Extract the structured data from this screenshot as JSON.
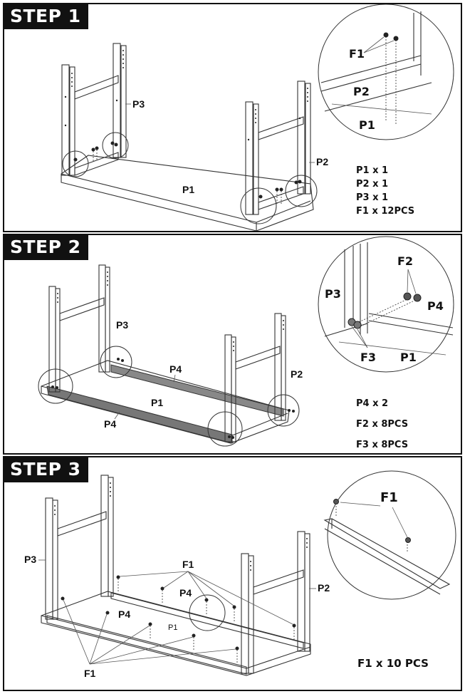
{
  "steps": [
    {
      "tag": "STEP 1",
      "labels": {
        "p1": "P1",
        "p2": "P2",
        "p3": "P3",
        "detail_f1": "F1",
        "detail_p2": "P2",
        "detail_p1": "P1"
      },
      "parts": [
        "P1 x 1",
        "P2 x 1",
        "P3 x 1",
        "F1 x 12PCS"
      ]
    },
    {
      "tag": "STEP 2",
      "labels": {
        "p1": "P1",
        "p2": "P2",
        "p3": "P3",
        "p4_top": "P4",
        "p4_bottom": "P4",
        "detail_f2": "F2",
        "detail_p3": "P3",
        "detail_p4": "P4",
        "detail_f3": "F3",
        "detail_p1": "P1"
      },
      "parts": [
        "P4 x 2",
        "F2 x 8PCS",
        "F3 x 8PCS"
      ]
    },
    {
      "tag": "STEP 3",
      "labels": {
        "p1": "P1",
        "p2": "P2",
        "p3": "P3",
        "p4_top": "P4",
        "p4_bottom": "P4",
        "f1_top": "F1",
        "f1_bottom": "F1",
        "detail_f1": "F1"
      },
      "parts": [
        "F1 x 10 PCS"
      ]
    }
  ]
}
